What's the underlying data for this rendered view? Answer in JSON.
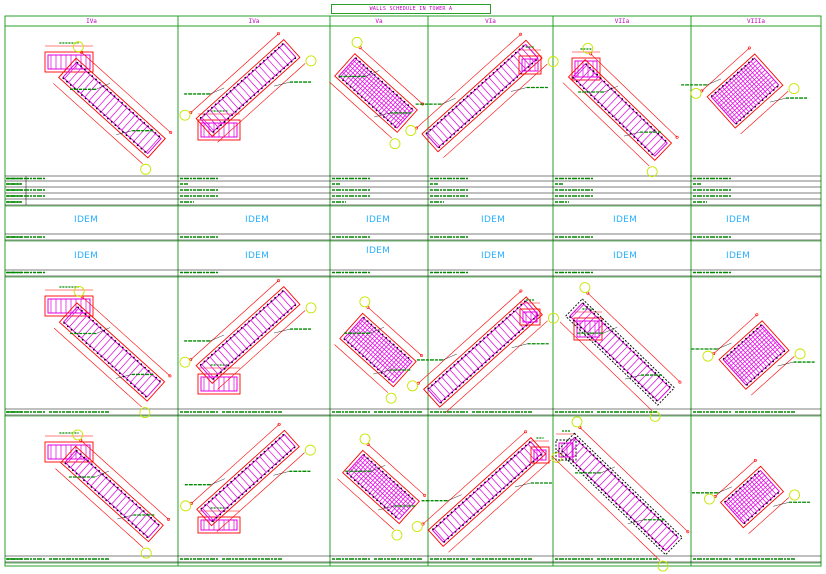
{
  "sheet": {
    "title": "WALLS SCHEDULE IN TOWER A",
    "columns": [
      "IVa",
      "IVa",
      "Va",
      "VIa",
      "VIIa",
      "VIIIa"
    ],
    "idem_label": "IDEM"
  },
  "colors": {
    "grid": "#2aa02a",
    "rebar": "#e000e0",
    "outline": "#ff0000",
    "outline_dark": "#000000",
    "tag": "#c8e600",
    "idem": "#2ab0ff",
    "text": "#008a00"
  }
}
